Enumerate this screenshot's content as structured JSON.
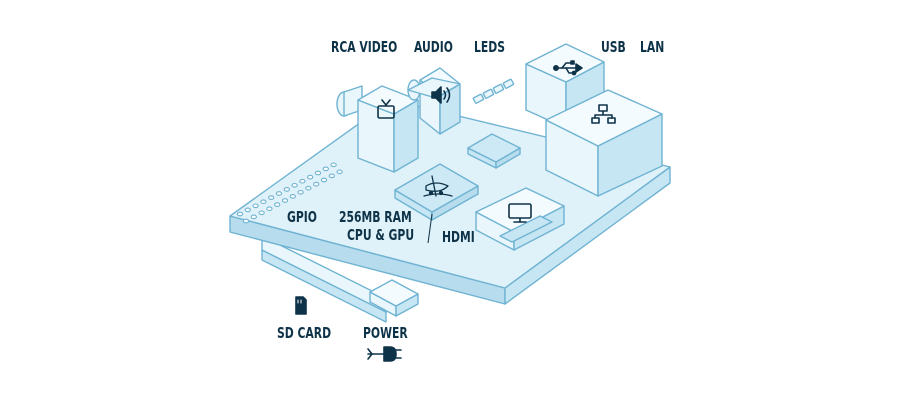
{
  "colors": {
    "ink": "#0e3348",
    "stroke": "#6fb3d2",
    "board_fill": "#dff1f9",
    "board_side": "#b7dcee",
    "component_fill": "#e9f6fc",
    "component_top": "#f4fbfe",
    "component_side": "#c7e6f4",
    "chip_fill": "#cde9f6"
  },
  "labels": {
    "rca_video": "RCA VIDEO",
    "audio": "AUDIO",
    "leds": "LEDS",
    "usb": "USB",
    "lan": "LAN",
    "gpio": "GPIO",
    "ram": "256MB RAM",
    "cpu_gpu": "CPU & GPU",
    "hdmi": "HDMI",
    "sd_card": "SD CARD",
    "power": "POWER"
  },
  "icons": {
    "video": "tv-icon",
    "audio": "speaker-icon",
    "usb": "usb-icon",
    "lan": "network-icon",
    "hdmi": "monitor-icon",
    "sd": "sd-card-icon",
    "power": "power-plug-icon",
    "cpu": "raspberry-logo-icon"
  }
}
